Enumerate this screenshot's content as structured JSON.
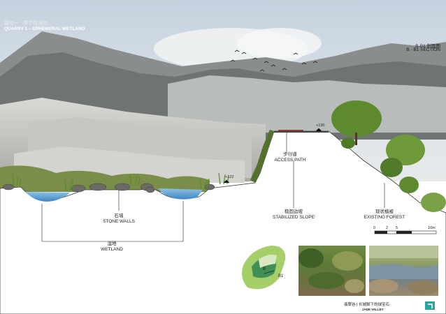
{
  "title": {
    "cn": "露地一 · 季节性湿地",
    "en": "QUARRY 1 – EPHEMERAL WETLAND"
  },
  "section": {
    "cn": "B-B1 剖面图",
    "en": "B - B1 SECTION"
  },
  "labels": {
    "access_path_cn": "步行道",
    "access_path_en": "ACCESS PATH",
    "stone_walls_cn": "石墙",
    "stone_walls_en": "STONE WALLS",
    "wetland_cn": "湿地",
    "wetland_en": "WETLAND",
    "stabilized_slope_cn": "稳固边坡",
    "stabilized_slope_en": "STABILIZED SLOPE",
    "existing_forest_cn": "现状植被",
    "existing_forest_en": "EXISTING FOREST"
  },
  "elevations": {
    "left": "+122",
    "top": "+130"
  },
  "scale": {
    "ticks": [
      "0",
      "2",
      "5",
      "10m"
    ]
  },
  "keymap": {
    "b": "B",
    "b1": "B1"
  },
  "footer": {
    "cn": "翡翠谷 | 长城脚下的绿宝石",
    "en": "JADE VALLEY"
  },
  "colors": {
    "sky": "#cfd9e3",
    "water": "#5aa0d2",
    "vegetation": "#6f9a3a",
    "forest": "#4f7a2a",
    "quarry_rock": "#b9b9b4",
    "brand_teal": "#2aa59a"
  }
}
